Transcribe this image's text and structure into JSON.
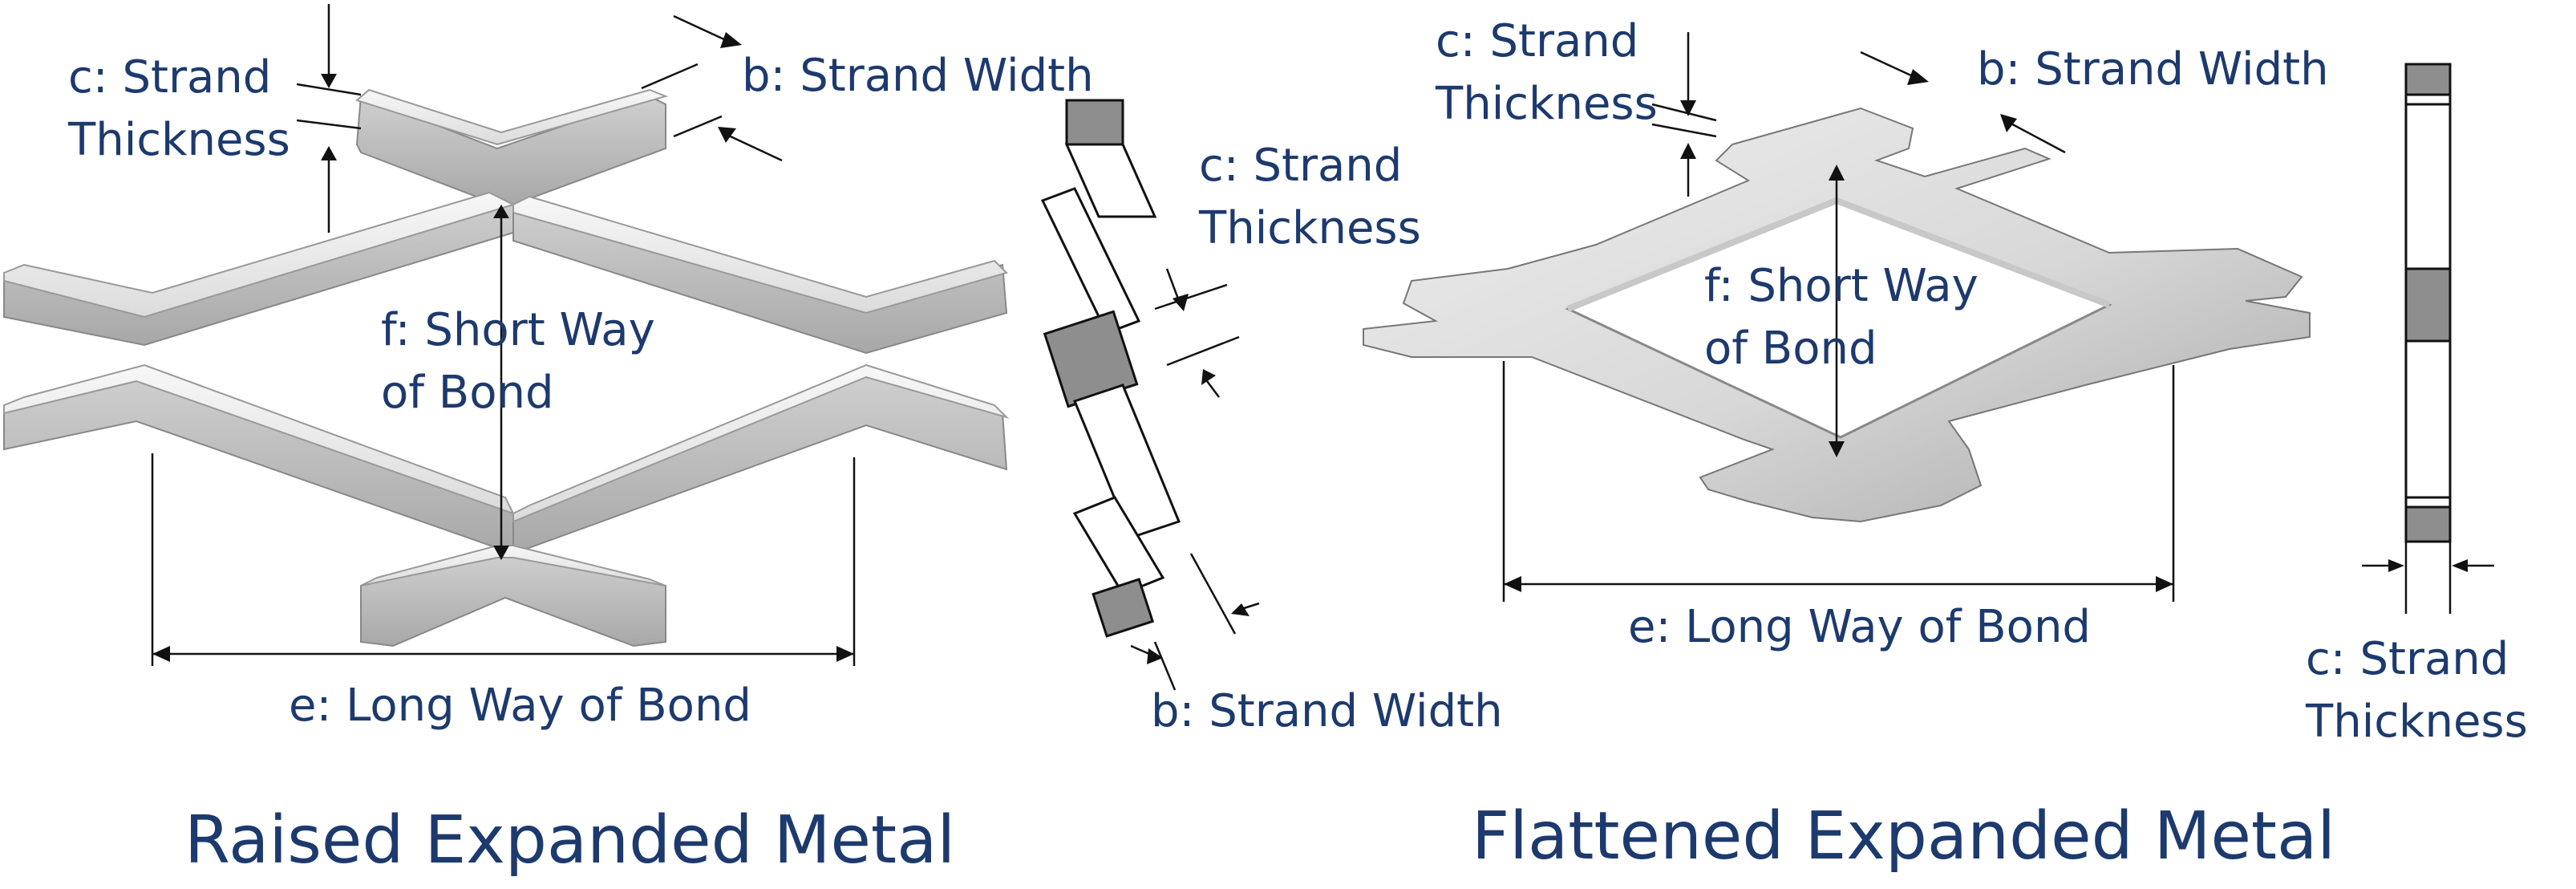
{
  "raised": {
    "title": "Raised Expanded Metal",
    "label_c_line1": "c: Strand",
    "label_c_line2": "Thickness",
    "label_b": "b: Strand Width",
    "label_f_line1": "f: Short Way",
    "label_f_line2": "of Bond",
    "label_e": "e: Long Way of Bond",
    "section_c_line1": "c: Strand",
    "section_c_line2": "Thickness",
    "section_b": "b: Strand Width"
  },
  "flattened": {
    "title": "Flattened Expanded Metal",
    "label_c_line1": "c: Strand",
    "label_c_line2": "Thickness",
    "label_b": "b: Strand Width",
    "label_f_line1": "f: Short Way",
    "label_f_line2": "of Bond",
    "label_e": "e: Long Way of Bond",
    "section_c_line1": "c: Strand",
    "section_c_line2": "Thickness"
  },
  "colors": {
    "text": "#1d3a6e",
    "metal_light": "#f2f2f2",
    "metal_mid": "#d4d4d4",
    "metal_dark": "#a9a9a9",
    "section_fill": "#8c8c8c"
  }
}
